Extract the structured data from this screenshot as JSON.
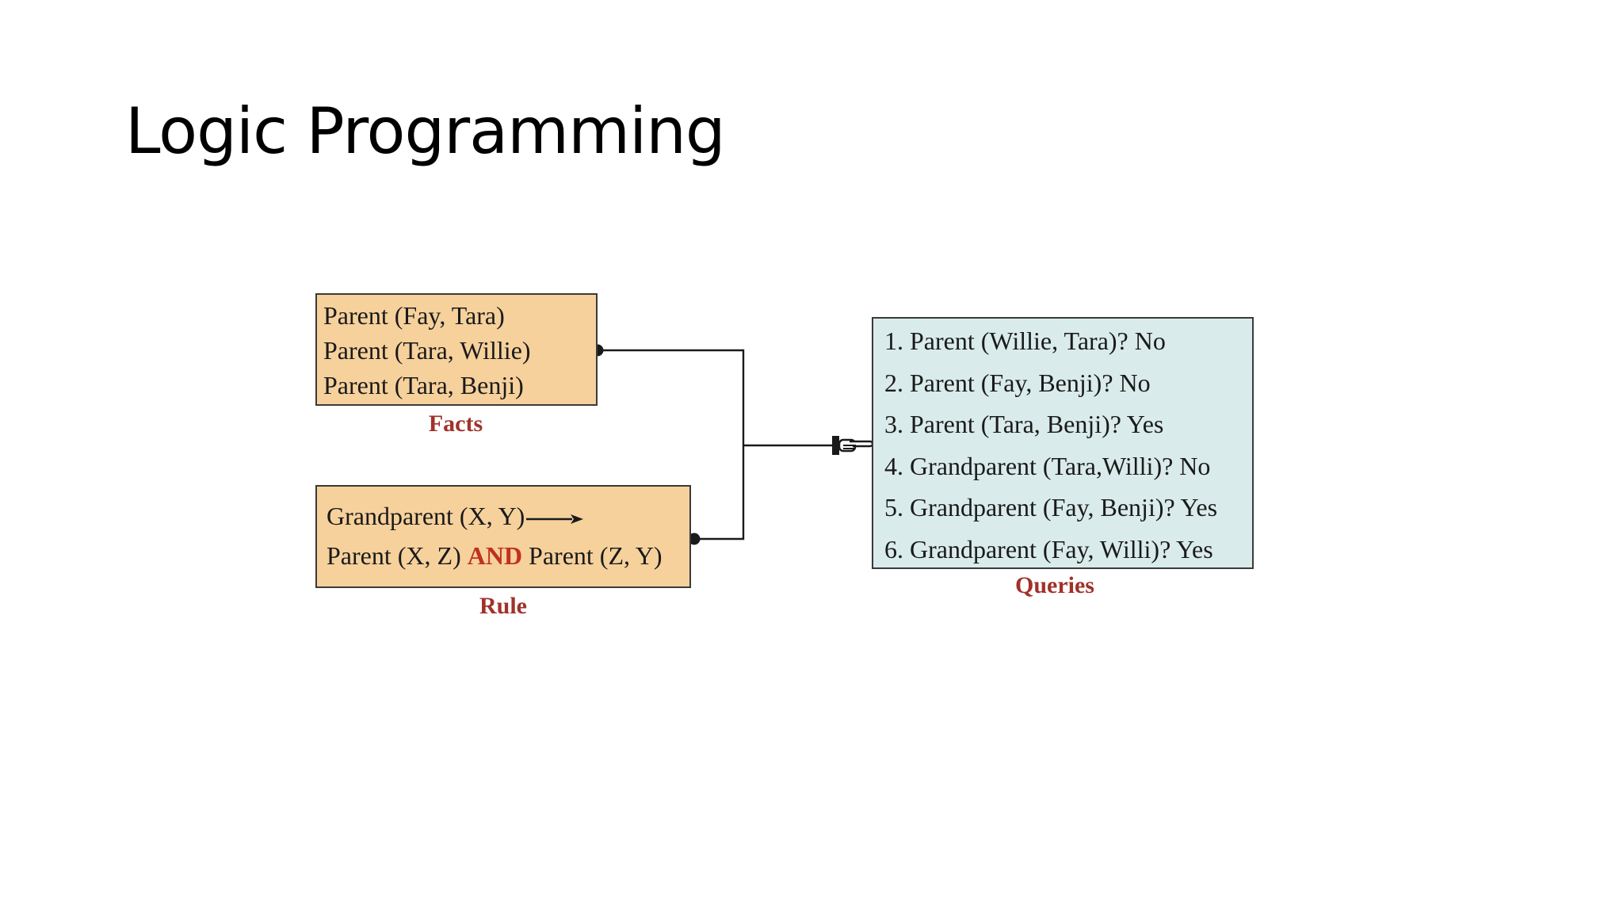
{
  "slide": {
    "title": "Logic Programming"
  },
  "facts": {
    "lines": [
      "Parent (Fay, Tara)",
      "Parent (Tara, Willie)",
      "Parent (Tara, Benji)"
    ],
    "caption": "Facts",
    "fill_color": "#f6d19c"
  },
  "rule": {
    "head": "Grandparent (X, Y)",
    "body_left": "Parent (X, Z) ",
    "body_operator": "AND",
    "body_right": " Parent (Z, Y)",
    "caption": "Rule",
    "operator_color": "#c0311f"
  },
  "queries": {
    "lines": [
      "1. Parent (Willie, Tara)? No",
      "2. Parent (Fay, Benji)? No",
      "3. Parent (Tara, Benji)? Yes",
      "4. Grandparent (Tara,Willi)? No",
      "5. Grandparent (Fay, Benji)? Yes",
      "6. Grandparent (Fay, Willi)? Yes"
    ],
    "caption": "Queries",
    "fill_color": "#d9ebea"
  },
  "icons": {
    "connector_arrow": "pointing-hand-icon",
    "rule_arrow": "right-arrow-icon"
  },
  "caption_color": "#a0322a"
}
